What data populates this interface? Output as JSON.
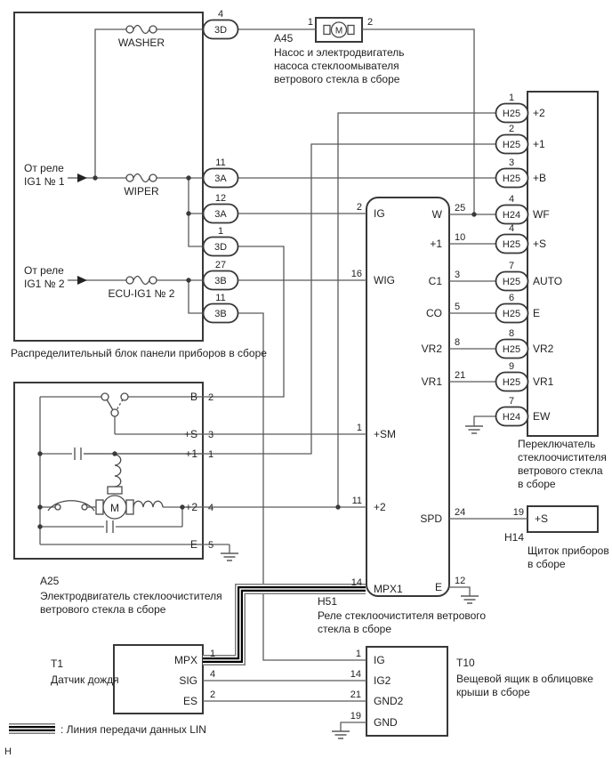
{
  "diagram": {
    "page_marker": "Н",
    "legend": {
      "lin_label": ": Линия передачи данных LIN"
    },
    "junction_block": {
      "label": "Распределительный блок панели приборов в сборе",
      "inputs": [
        {
          "l1": "От реле",
          "l2": "IG1 № 1"
        },
        {
          "l1": "От реле",
          "l2": "IG1 № 2"
        }
      ],
      "fuses": [
        {
          "name": "WASHER"
        },
        {
          "name": "WIPER"
        },
        {
          "name": "ECU-IG1 № 2"
        }
      ],
      "connectors": [
        {
          "pin": "4",
          "code": "3D"
        },
        {
          "pin": "11",
          "code": "3A"
        },
        {
          "pin": "12",
          "code": "3A"
        },
        {
          "pin": "1",
          "code": "3D"
        },
        {
          "pin": "27",
          "code": "3B"
        },
        {
          "pin": "11",
          "code": "3B"
        }
      ]
    },
    "washer_pump": {
      "code": "A45",
      "desc": [
        "Насос и электродвигатель",
        "насоса стеклоомывателя",
        "ветрового стекла в сборе"
      ],
      "pin_left": "1",
      "pin_right": "2",
      "motor_letter": "M"
    },
    "wiper_switch": {
      "desc": [
        "Переключатель",
        "стеклоочистителя",
        "ветрового стекла",
        "в сборе"
      ],
      "connectors": [
        {
          "pin": "1",
          "code": "H25",
          "name": "+2"
        },
        {
          "pin": "2",
          "code": "H25",
          "name": "+1"
        },
        {
          "pin": "3",
          "code": "H25",
          "name": "+B"
        },
        {
          "pin": "4",
          "code": "H24",
          "name": "WF"
        },
        {
          "pin": "4",
          "code": "H25",
          "name": "+S"
        },
        {
          "pin": "7",
          "code": "H25",
          "name": "AUTO"
        },
        {
          "pin": "6",
          "code": "H25",
          "name": "E"
        },
        {
          "pin": "8",
          "code": "H25",
          "name": "VR2"
        },
        {
          "pin": "9",
          "code": "H25",
          "name": "VR1"
        },
        {
          "pin": "7",
          "code": "H24",
          "name": "EW"
        }
      ]
    },
    "wiper_relay": {
      "code": "H51",
      "desc": [
        "Реле стеклоочистителя ветрового",
        "стекла в сборе"
      ],
      "left_pins": [
        {
          "num": "2",
          "name": "IG"
        },
        {
          "num": "16",
          "name": "WIG"
        },
        {
          "num": "1",
          "name": "+SM"
        },
        {
          "num": "11",
          "name": "+2"
        },
        {
          "num": "14",
          "name": "MPX1"
        }
      ],
      "right_pins": [
        {
          "num": "25",
          "name": "W"
        },
        {
          "num": "10",
          "name": "+1"
        },
        {
          "num": "3",
          "name": "C1"
        },
        {
          "num": "5",
          "name": "CO"
        },
        {
          "num": "8",
          "name": "VR2"
        },
        {
          "num": "21",
          "name": "VR1"
        },
        {
          "num": "24",
          "name": "SPD"
        },
        {
          "num": "12",
          "name": "E"
        }
      ]
    },
    "wiper_motor": {
      "code": "A25",
      "desc": [
        "Электродвигатель стеклоочистителя",
        "ветрового стекла в сборе"
      ],
      "pins": [
        {
          "name": "B",
          "num": "2"
        },
        {
          "name": "+S",
          "num": "3"
        },
        {
          "name": "+1",
          "num": "1"
        },
        {
          "name": "+2",
          "num": "4"
        },
        {
          "name": "E",
          "num": "5"
        }
      ],
      "motor_letter": "M"
    },
    "rain_sensor": {
      "code": "T1",
      "desc": "Датчик дождя",
      "pins": [
        {
          "name": "MPX",
          "num": "1"
        },
        {
          "name": "SIG",
          "num": "4"
        },
        {
          "name": "ES",
          "num": "2"
        }
      ]
    },
    "roof_console": {
      "code": "T10",
      "desc": [
        "Вещевой ящик в облицовке",
        "крыши в сборе"
      ],
      "pins": [
        {
          "name": "IG",
          "num": "1"
        },
        {
          "name": "IG2",
          "num": "14"
        },
        {
          "name": "GND2",
          "num": "21"
        },
        {
          "name": "GND",
          "num": "19"
        }
      ]
    },
    "cluster": {
      "code": "H14",
      "desc": [
        "Щиток приборов",
        "в сборе"
      ],
      "pin": {
        "num": "19",
        "name": "+S"
      }
    }
  },
  "colors": {
    "wire": "#5a5a5a",
    "box": "#383838",
    "text": "#1f1f1f",
    "background": "#ffffff"
  }
}
